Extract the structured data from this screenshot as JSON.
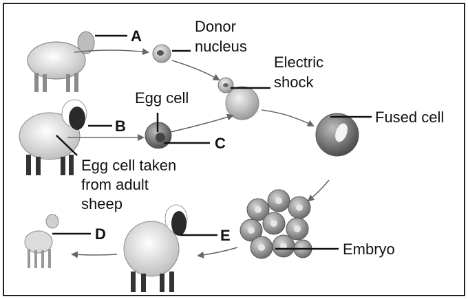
{
  "diagram": {
    "labels": {
      "a": "A",
      "b": "B",
      "c": "C",
      "d": "D",
      "e": "E",
      "donor_nucleus": [
        "Donor",
        "nucleus"
      ],
      "electric_shock": [
        "Electric",
        "shock"
      ],
      "egg_cell": "Egg cell",
      "fused_cell": "Fused cell",
      "egg_taken": [
        "Egg cell taken",
        "from adult",
        "sheep"
      ],
      "embryo": "Embryo"
    },
    "colors": {
      "frame": "#222222",
      "arrow": "#666666",
      "pointer": "#111111",
      "cell_outer": "#c9c9c9",
      "cell_inner": "#4a4a4a",
      "embryo_cell": "#9a9a9a"
    }
  }
}
